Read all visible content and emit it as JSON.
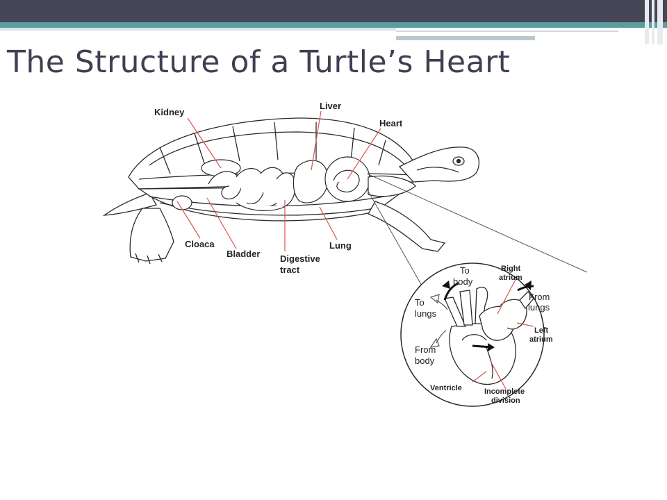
{
  "title": "The Structure of a Turtle’s Heart",
  "turtle_labels": {
    "kidney": "Kidney",
    "liver": "Liver",
    "heart": "Heart",
    "cloaca": "Cloaca",
    "bladder": "Bladder",
    "digestive_1": "Digestive",
    "digestive_2": "tract",
    "lung": "Lung"
  },
  "heart_labels": {
    "to_body_1": "To",
    "to_body_2": "body",
    "right_atrium_1": "Right",
    "right_atrium_2": "atrium",
    "from_lungs_1": "From",
    "from_lungs_2": "lungs",
    "to_lungs_1": "To",
    "to_lungs_2": "lungs",
    "left_atrium_1": "Left",
    "left_atrium_2": "atrium",
    "from_body_1": "From",
    "from_body_2": "body",
    "ventricle": "Ventricle",
    "incomplete_1": "Incomplete",
    "incomplete_2": "division"
  },
  "colors": {
    "header": "#454556",
    "teal": "#5a9ea0",
    "leader_line": "#d9534f",
    "title_text": "#3f3f52"
  }
}
